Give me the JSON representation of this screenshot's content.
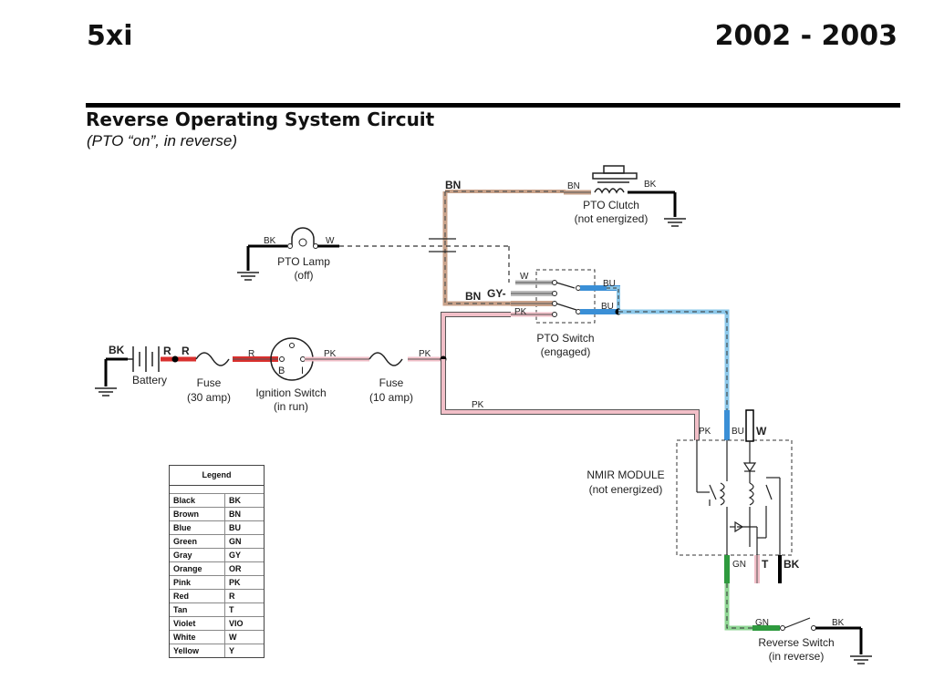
{
  "header": {
    "model": "5xi",
    "years": "2002 - 2003",
    "title": "Reverse Operating System Circuit",
    "subtitle": "(PTO “on”, in reverse)"
  },
  "components": {
    "pto_clutch": {
      "name": "PTO Clutch",
      "state": "(not energized)"
    },
    "pto_lamp": {
      "name": "PTO Lamp",
      "state": "(off)"
    },
    "pto_switch": {
      "name": "PTO Switch",
      "state": "(engaged)"
    },
    "battery": {
      "name": "Battery"
    },
    "fuse_30": {
      "name": "Fuse",
      "rating": "(30 amp)"
    },
    "ignition": {
      "name": "Ignition Switch",
      "state": "(in run)",
      "term_b": "B",
      "term_i": "I"
    },
    "fuse_10": {
      "name": "Fuse",
      "rating": "(10 amp)"
    },
    "nmir": {
      "name": "NMIR MODULE",
      "state": "(not energized)"
    },
    "reverse_switch": {
      "name": "Reverse Switch",
      "state": "(in reverse)"
    }
  },
  "wire_labels": {
    "bn_top": "BN",
    "bn_clutch": "BN",
    "bk_clutch": "BK",
    "bk_lamp": "BK",
    "w_lamp": "W",
    "w_sw": "W",
    "gy_sw": "GY-",
    "bn_sw": "BN",
    "pk_sw": "PK",
    "bu_sw1": "BU",
    "bu_sw2": "BU",
    "bk_batt": "BK",
    "r_batt": "R",
    "r_fuse": "R",
    "r_ign": "R",
    "pk_ign": "PK",
    "pk_fuse": "PK",
    "pk_mid": "PK",
    "pk_mod": "PK",
    "bu_mod": "BU",
    "w_mod": "W",
    "gn_mod": "GN",
    "t_mod": "T",
    "bk_mod": "BK",
    "gn_rev": "GN",
    "bk_rev": "BK"
  },
  "legend": {
    "title": "Legend",
    "rows": [
      [
        "Black",
        "BK"
      ],
      [
        "Brown",
        "BN"
      ],
      [
        "Blue",
        "BU"
      ],
      [
        "Green",
        "GN"
      ],
      [
        "Gray",
        "GY"
      ],
      [
        "Orange",
        "OR"
      ],
      [
        "Pink",
        "PK"
      ],
      [
        "Red",
        "R"
      ],
      [
        "Tan",
        "T"
      ],
      [
        "Violet",
        "VIO"
      ],
      [
        "White",
        "W"
      ],
      [
        "Yellow",
        "Y"
      ]
    ]
  },
  "colors": {
    "brown": "#c9a28a",
    "blue": "#3a8fd6",
    "light_blue": "#8cc8ea",
    "pink": "#f2bfc8",
    "red": "#d8302e",
    "green": "#2e9a3e",
    "light_green": "#8fd694",
    "black": "#000000"
  }
}
